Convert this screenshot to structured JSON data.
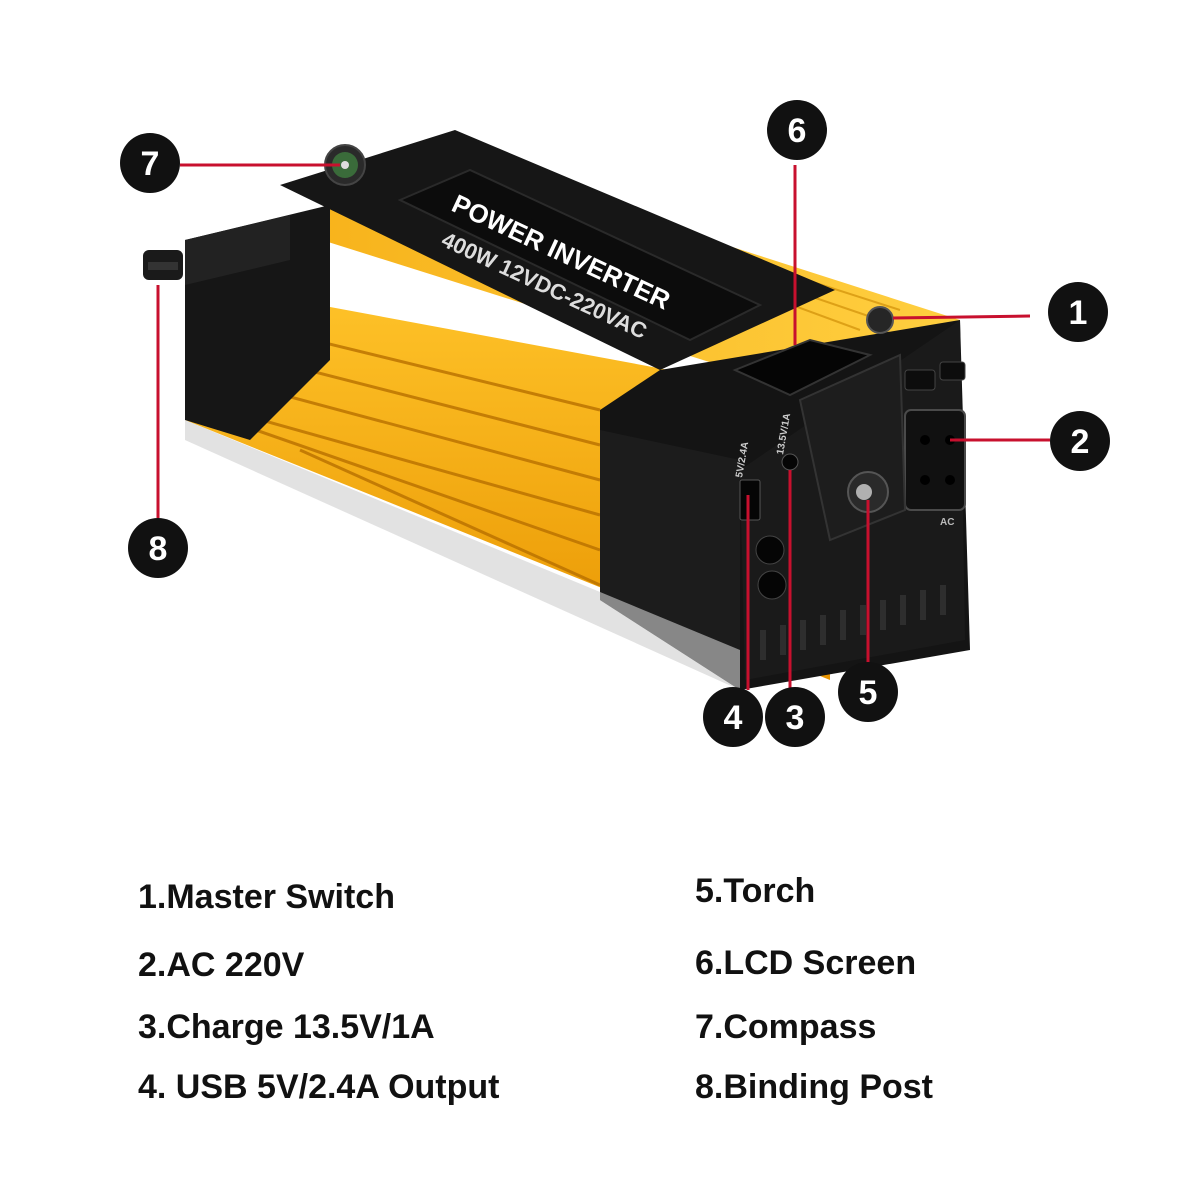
{
  "device": {
    "brand_line": "POWER INVERTER",
    "spec_line": "400W 12VDC-220VAC",
    "usb_label": "5V/2.4A",
    "charge_label": "13.5V/1A",
    "ac_label": "AC"
  },
  "callouts": [
    {
      "number": "1",
      "target": "master-switch"
    },
    {
      "number": "2",
      "target": "ac-socket"
    },
    {
      "number": "3",
      "target": "charge-port"
    },
    {
      "number": "4",
      "target": "usb-port"
    },
    {
      "number": "5",
      "target": "torch"
    },
    {
      "number": "6",
      "target": "lcd-screen"
    },
    {
      "number": "7",
      "target": "compass"
    },
    {
      "number": "8",
      "target": "binding-post"
    }
  ],
  "legend": [
    "1.Master Switch",
    "2.AC 220V",
    "3.Charge 13.5V/1A",
    "4. USB 5V/2.4A Output",
    "5.Torch",
    "6.LCD Screen",
    "7.Compass",
    "8.Binding Post"
  ],
  "colors": {
    "body_yellow": "#f5a80e",
    "housing_black": "#151515",
    "leader_red": "#c8102e",
    "callout_fill": "#111111"
  }
}
